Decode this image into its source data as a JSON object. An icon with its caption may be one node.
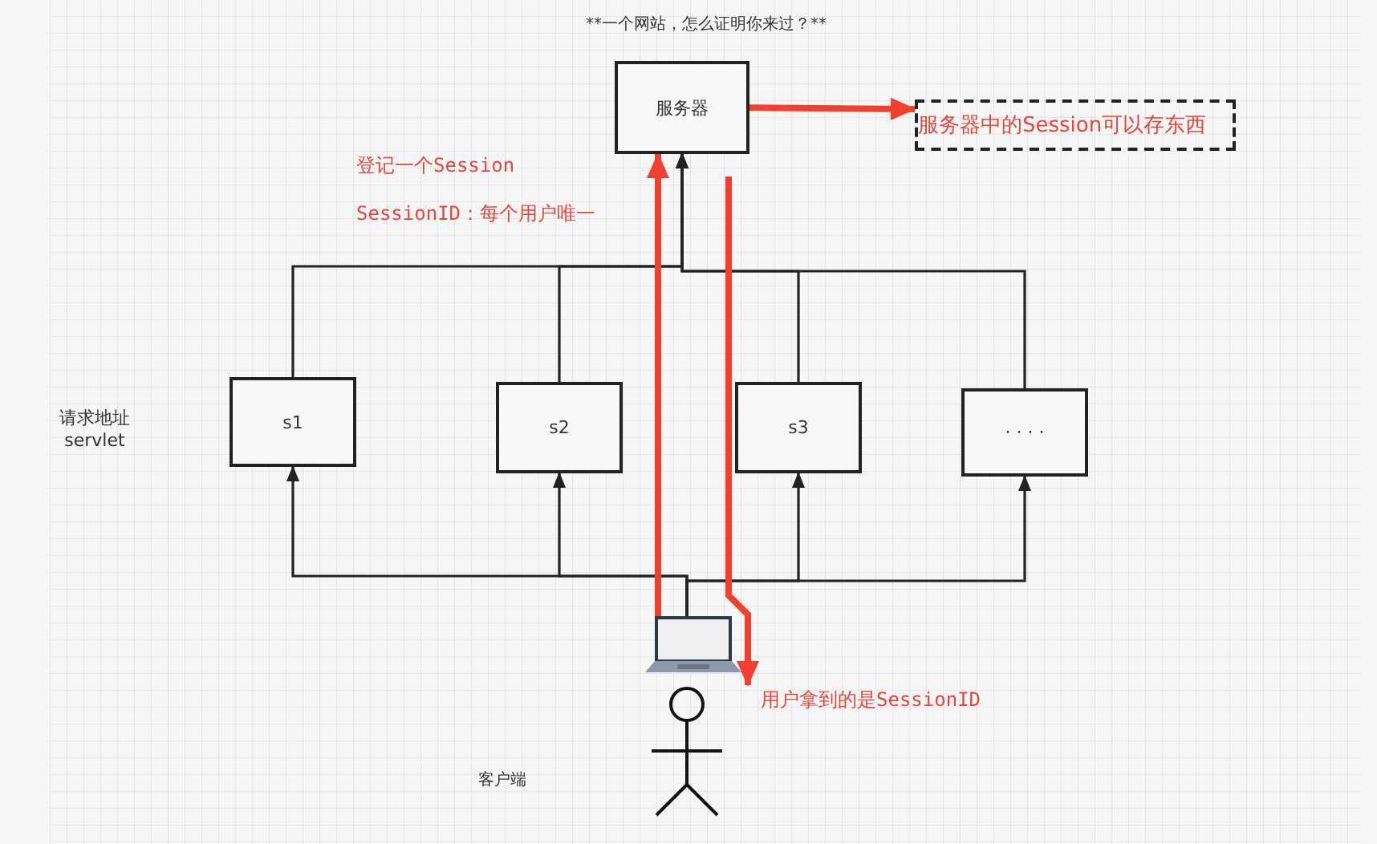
{
  "diagram": {
    "title": "**一个网站，怎么证明你来过？**",
    "nodes": [
      {
        "text": [
          "服务器"
        ]
      },
      {
        "text": [
          "服务器中的Session可以存东西"
        ]
      },
      {
        "text": [
          "s1"
        ]
      },
      {
        "text": [
          "s2"
        ]
      },
      {
        "text": [
          "s3"
        ]
      },
      {
        "text": [
          "· · · ·"
        ]
      },
      {
        "text": [],
        "shape": "laptop"
      },
      {
        "text": [],
        "shape": "person"
      }
    ],
    "edges": [
      {
        "from": 2,
        "to": 0,
        "arrow": "to"
      },
      {
        "from": 3,
        "to": 0,
        "arrow": "to"
      },
      {
        "from": 4,
        "to": 0,
        "arrow": "to"
      },
      {
        "from": 5,
        "to": 0,
        "arrow": "to"
      },
      {
        "from": 6,
        "to": 2,
        "arrow": "to"
      },
      {
        "from": 6,
        "to": 3,
        "arrow": "to"
      },
      {
        "from": 6,
        "to": 4,
        "arrow": "to"
      },
      {
        "from": 6,
        "to": 5,
        "arrow": "to"
      },
      {
        "from": 0,
        "to": 1,
        "arrow": "to",
        "style": "thick",
        "color": "#f04030"
      },
      {
        "from": 6,
        "to": 0,
        "arrow": "to",
        "style": "thick",
        "color": "#f04030"
      },
      {
        "from": 0,
        "to": 7,
        "arrow": "to",
        "style": "thick",
        "color": "#f04030"
      }
    ],
    "labels": [
      "登记一个Session",
      "SessionID：每个用户唯一",
      "请求地址 servlet",
      "用户拿到的是SessionID",
      "客户端"
    ]
  }
}
